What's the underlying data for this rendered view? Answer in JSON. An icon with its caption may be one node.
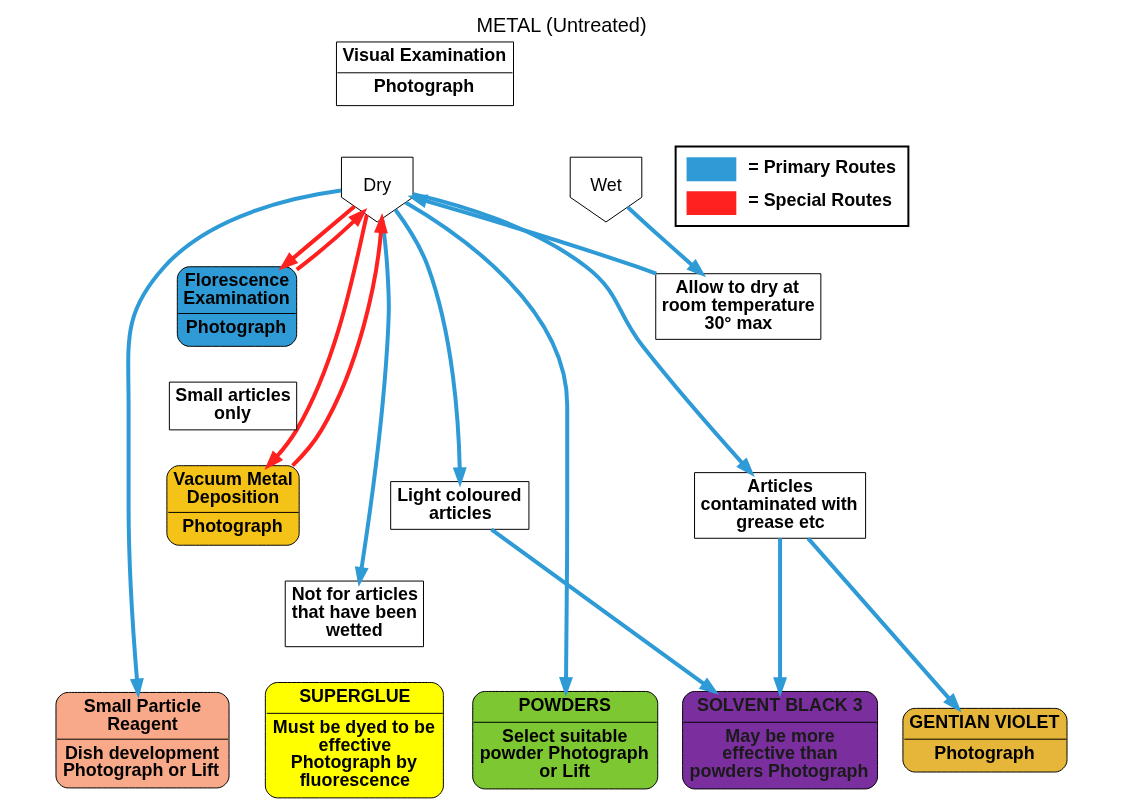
{
  "diagram": {
    "title": "METAL (Untreated)",
    "nodes": [
      {
        "text": [
          "Visual Examination",
          "Photograph"
        ]
      },
      {
        "text": [
          "Dry"
        ]
      },
      {
        "text": [
          "Wet"
        ]
      },
      {
        "text": [
          "Florescence Examination",
          "Photograph"
        ]
      },
      {
        "text": [
          "Allow to dry at room temperature 30° max"
        ]
      },
      {
        "text": [
          "Small articles only"
        ]
      },
      {
        "text": [
          "Vacuum Metal Deposition",
          "Photograph"
        ]
      },
      {
        "text": [
          "Articles contaminated with grease etc"
        ]
      },
      {
        "text": [
          "Light coloured articles"
        ]
      },
      {
        "text": [
          "Not for articles that have been wetted"
        ]
      },
      {
        "text": [
          "Small Particle Reagent",
          "Dish development Photograph or Lift"
        ]
      },
      {
        "text": [
          "POWDERS",
          "Select suitable powder Photograph or Lift"
        ]
      },
      {
        "text": [
          "SUPERGLUE",
          "Must be dyed to be effective Photograph by fluorescence"
        ]
      },
      {
        "text": [
          "SOLVENT BLACK 3",
          "May be more effective than powders Photograph"
        ]
      },
      {
        "text": [
          "GENTIAN VIOLET",
          "Photograph"
        ]
      }
    ],
    "edges": [
      {
        "from": 2,
        "to": 4,
        "arrow": "to"
      },
      {
        "from": 4,
        "to": 1,
        "arrow": "to"
      },
      {
        "from": 1,
        "to": 3,
        "arrow": "to",
        "color": "#ff2020"
      },
      {
        "from": 3,
        "to": 1,
        "arrow": "to",
        "color": "#ff2020"
      },
      {
        "from": 1,
        "to": 7,
        "arrow": "to"
      },
      {
        "from": 1,
        "to": 6,
        "arrow": "to",
        "color": "#ff2020"
      },
      {
        "from": 6,
        "to": 1,
        "arrow": "to",
        "color": "#ff2020"
      },
      {
        "from": 1,
        "to": 8,
        "arrow": "to"
      },
      {
        "from": 1,
        "to": 9,
        "arrow": "to"
      },
      {
        "from": 8,
        "to": 13,
        "arrow": "to"
      },
      {
        "from": 7,
        "to": 13,
        "arrow": "to"
      },
      {
        "from": 7,
        "to": 14,
        "arrow": "to"
      },
      {
        "from": 1,
        "to": 10,
        "arrow": "to"
      },
      {
        "from": 1,
        "to": 11,
        "arrow": "to"
      }
    ],
    "legend": [
      {
        "text": "= Primary Routes",
        "color": "#2f9bd6"
      },
      {
        "text": "= Special Routes",
        "color": "#ff2020"
      }
    ]
  }
}
